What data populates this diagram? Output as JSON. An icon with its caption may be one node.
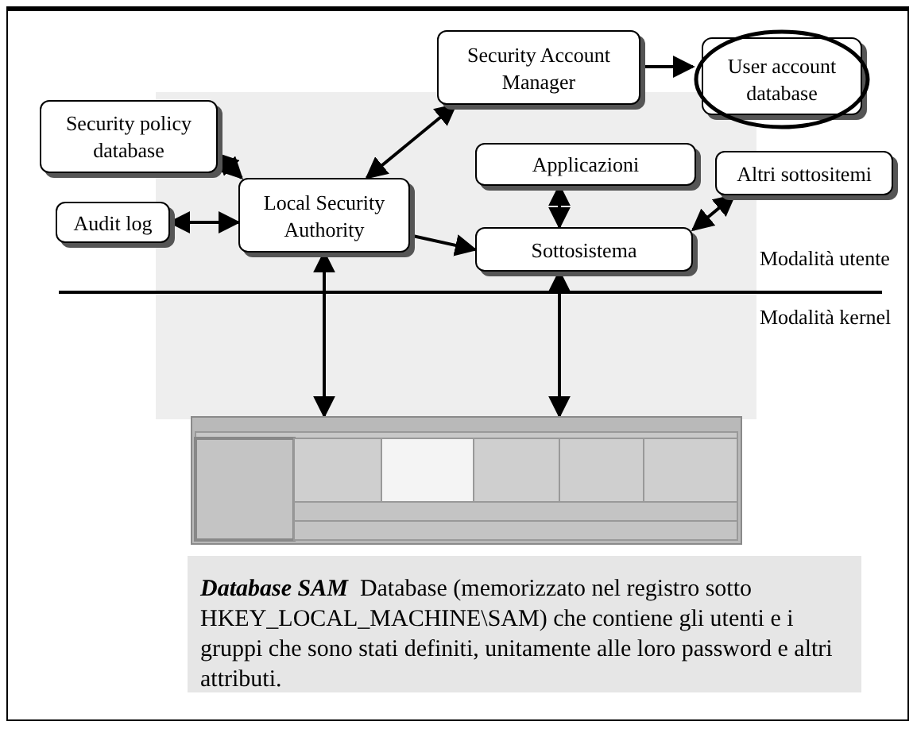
{
  "diagram": {
    "nodes": [
      {
        "text": [
          "Security policy database"
        ]
      },
      {
        "text": [
          "Audit log"
        ]
      },
      {
        "text": [
          "Local Security Authority"
        ]
      },
      {
        "text": [
          "Security Account Manager"
        ]
      },
      {
        "text": [
          "User account database"
        ]
      },
      {
        "text": [
          "Applicazioni"
        ]
      },
      {
        "text": [
          "Altri sottositemi"
        ]
      },
      {
        "text": [
          "Sottosistema"
        ]
      },
      {
        "text": [],
        "shape": "picture"
      },
      {
        "text": [
          "**Database SAM**  Database (memorizzato nel registro sotto HKEY_LOCAL_MACHINE\\SAM) che contiene gli utenti e i gruppi che sono stati definiti, unitamente alle loro password e altri attributi."
        ]
      }
    ],
    "edges": [
      {
        "from": 0,
        "to": 2,
        "arrow": "both"
      },
      {
        "from": 1,
        "to": 2,
        "arrow": "both"
      },
      {
        "from": 2,
        "to": 3,
        "arrow": "both"
      },
      {
        "from": 3,
        "to": 4,
        "arrow": "to"
      },
      {
        "from": 2,
        "to": 7,
        "arrow": "to"
      },
      {
        "from": 5,
        "to": 7,
        "arrow": "both"
      },
      {
        "from": 6,
        "to": 7,
        "arrow": "both"
      },
      {
        "from": 2,
        "to": 8,
        "arrow": "both"
      },
      {
        "from": 7,
        "to": 8,
        "arrow": "both"
      }
    ],
    "labels": [
      "Modalità utente",
      "Modalità kernel"
    ]
  }
}
